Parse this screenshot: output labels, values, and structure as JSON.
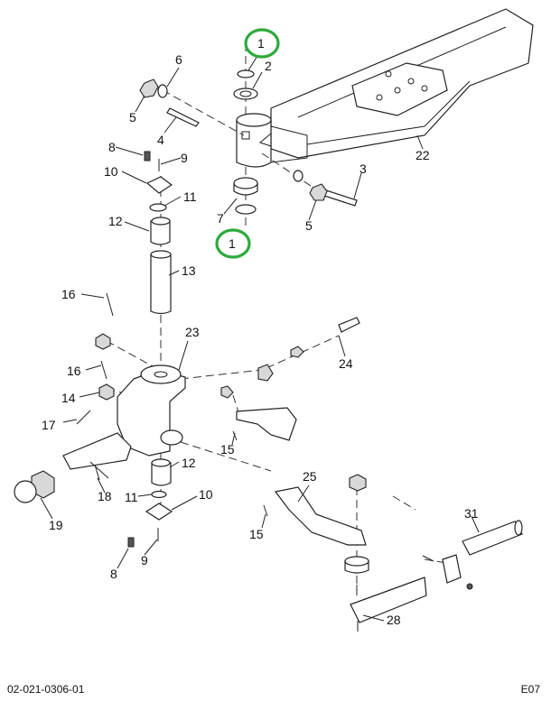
{
  "document": {
    "drawing_number": "02-021-0306-01",
    "sheet_code": "E07"
  },
  "callouts": {
    "c1_top": "1",
    "c1_bottom": "1",
    "c2": "2",
    "c3": "3",
    "c4": "4",
    "c5_left": "5",
    "c5_right": "5",
    "c6": "6",
    "c7": "7",
    "c8_top": "8",
    "c8_bottom": "8",
    "c9_top": "9",
    "c9_bottom": "9",
    "c10_top": "10",
    "c10_bottom": "10",
    "c11_top": "11",
    "c11_bottom": "11",
    "c12_top": "12",
    "c12_bottom": "12",
    "c13": "13",
    "c14": "14",
    "c15_mid": "15",
    "c15_low": "15",
    "c16_top": "16",
    "c16_mid": "16",
    "c17": "17",
    "c18": "18",
    "c19": "19",
    "c22": "22",
    "c23": "23",
    "c24": "24",
    "c25": "25",
    "c28": "28",
    "c31": "31"
  },
  "highlight": {
    "ring_color": "#2eaa3c"
  }
}
